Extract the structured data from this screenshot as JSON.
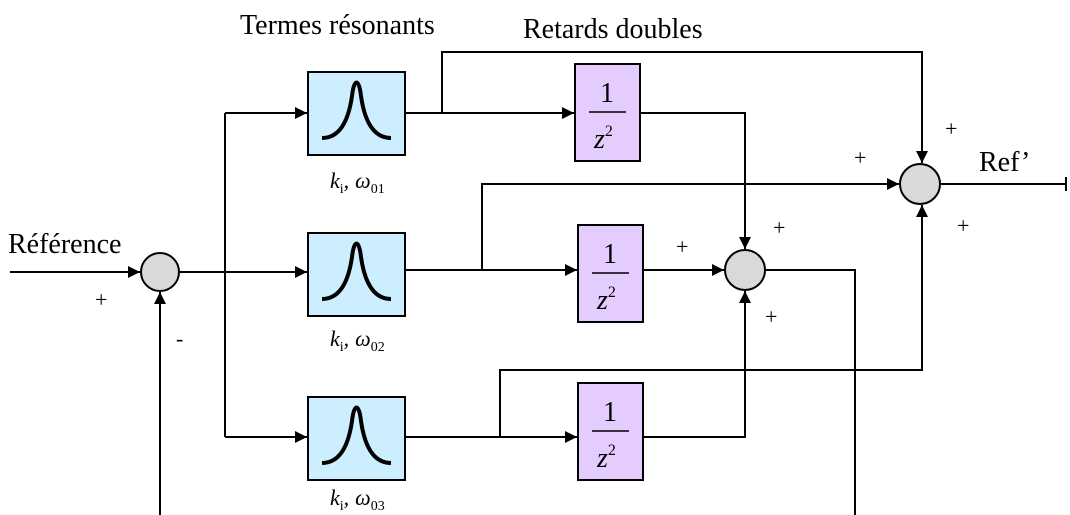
{
  "header": {
    "resonant_title": "Termes résonants",
    "delay_title": "Retards doubles"
  },
  "io": {
    "input_label": "Référence",
    "output_label": "Ref’"
  },
  "resonant_blocks": [
    {
      "k": "k",
      "k_sub": "i",
      "sep": ",",
      "omega": "ω",
      "omega_sub": "01"
    },
    {
      "k": "k",
      "k_sub": "i",
      "sep": ",",
      "omega": "ω",
      "omega_sub": "02"
    },
    {
      "k": "k",
      "k_sub": "i",
      "sep": ",",
      "omega": "ω",
      "omega_sub": "03"
    }
  ],
  "delay_blocks": [
    {
      "numerator": "1",
      "denominator": "z",
      "exponent": "2"
    },
    {
      "numerator": "1",
      "denominator": "z",
      "exponent": "2"
    },
    {
      "numerator": "1",
      "denominator": "z",
      "exponent": "2"
    }
  ],
  "signs": {
    "input_plus": "+",
    "input_minus": "-",
    "mid_sum_top": "+",
    "mid_sum_left": "+",
    "mid_sum_bottom": "+",
    "out_sum_top": "+",
    "out_sum_left": "+",
    "out_sum_bottom": "+"
  }
}
